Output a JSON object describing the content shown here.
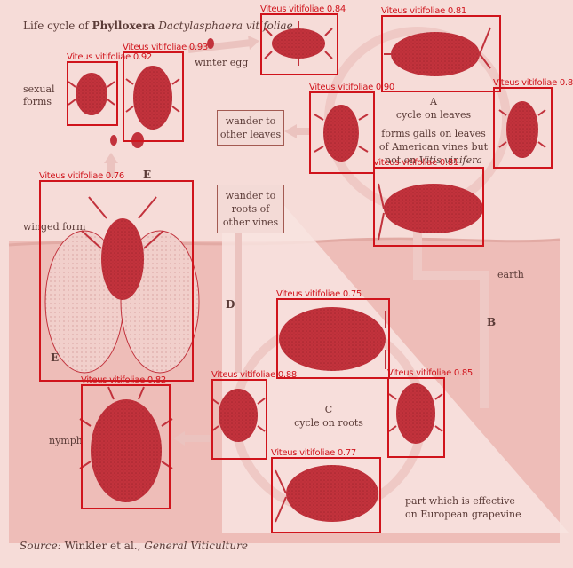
{
  "figure": {
    "title_lead": "Life cycle of ",
    "title_genus": "Phylloxera",
    "title_species": "Dactylasphaera vitifoliae",
    "source_lead": "Source:",
    "source_authors": " Winkler et al., ",
    "source_book": "General Viticulture",
    "labels": {
      "sexual_forms": "sexual\nforms",
      "winter_egg": "winter egg",
      "winged_form": "winged form",
      "nymph": "nymph",
      "earth": "earth",
      "wander_leaves": "wander to\nother leaves",
      "wander_roots": "wander to\nroots of\nother vines",
      "cycle_leaves_letter": "A",
      "cycle_leaves": "cycle on leaves",
      "galls_line1": "forms galls on leaves",
      "galls_line2": "of American vines but",
      "galls_line3_lead": "not on ",
      "galls_line3_italic": "Vitis vinifera",
      "cycle_roots_letter": "C",
      "cycle_roots": "cycle on roots",
      "effective_line1": "part which is effective",
      "effective_line2": "on European grapevine",
      "letter_b": "B",
      "letter_d": "D",
      "letter_e_top": "E",
      "letter_e_wing": "E"
    }
  },
  "detections": [
    {
      "label": "Viteus vitifoliae",
      "score": "0.84"
    },
    {
      "label": "Viteus vitifoliae",
      "score": "0.81"
    },
    {
      "label": "Viteus vitifoliae",
      "score": "0.92"
    },
    {
      "label": "Viteus vitifoliae",
      "score": "0.93"
    },
    {
      "label": "Viteus vitifoliae",
      "score": "0.8"
    },
    {
      "label": "Viteus vitifoliae",
      "score": "0.90"
    },
    {
      "label": "Viteus vitifoliae",
      "score": "0.81"
    },
    {
      "label": "Viteus vitifoliae",
      "score": "0.76"
    },
    {
      "label": "Viteus vitifoliae",
      "score": "0.75"
    },
    {
      "label": "Viteus vitifoliae",
      "score": "0.88"
    },
    {
      "label": "Viteus vitifoliae",
      "score": "0.85"
    },
    {
      "label": "Viteus vitifoliae",
      "score": "0.82"
    },
    {
      "label": "Viteus vitifoliae",
      "score": "0.77"
    }
  ],
  "colors": {
    "background": "#f6dcd8",
    "insect": "#c2323c",
    "box": "#d0141c",
    "arrow": "#ebc3bf"
  }
}
